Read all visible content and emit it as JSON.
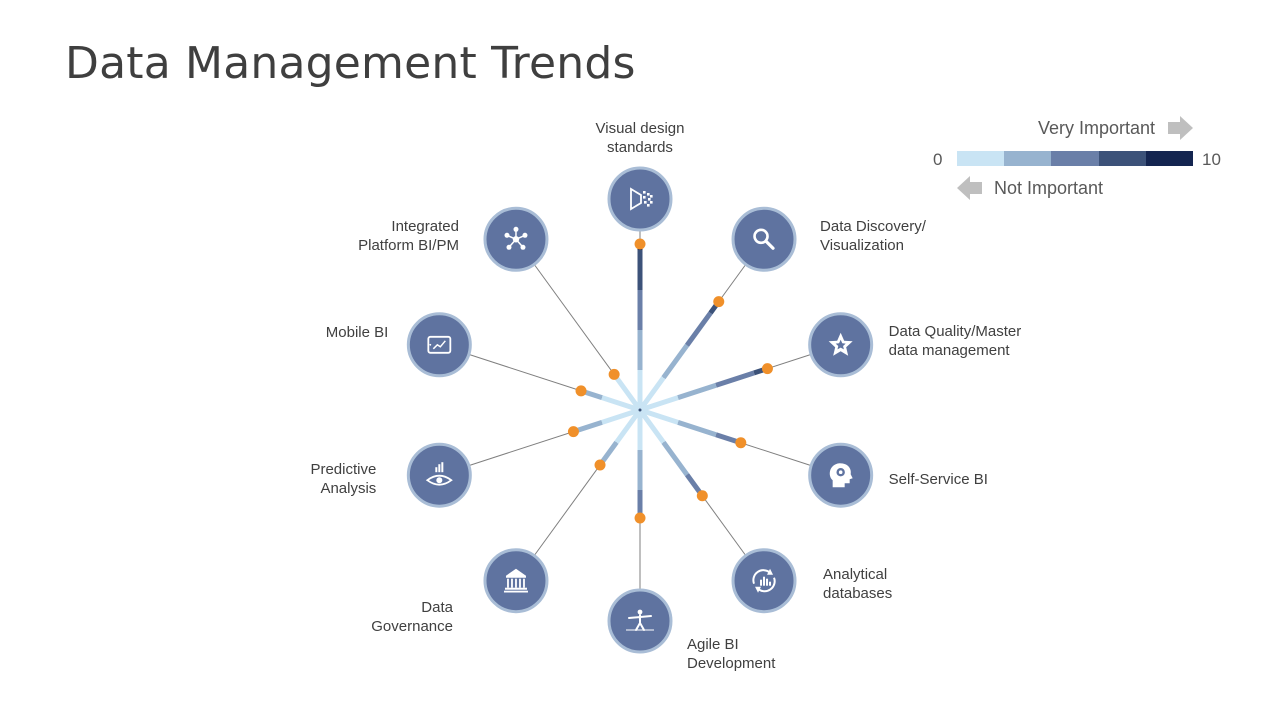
{
  "title": "Data Management Trends",
  "legend": {
    "high_label": "Very Important",
    "low_label": "Not Important",
    "min": "0",
    "max": "10",
    "scale_colors": [
      "#c9e4f4",
      "#97b3cf",
      "#6a7fa8",
      "#3c5279",
      "#142550"
    ],
    "arrow_right_icon": "arrow-right-icon",
    "arrow_left_icon": "arrow-left-icon"
  },
  "colors": {
    "circle_fill": "#5f73a0",
    "circle_border": "#a9bdd6",
    "marker": "#f0902a",
    "connector": "#7f7f7f"
  },
  "trends": [
    {
      "label": [
        "Visual design",
        "standards"
      ],
      "icon": "visual-design-icon",
      "importance": 8.3
    },
    {
      "label": [
        "Data Discovery/",
        "Visualization"
      ],
      "icon": "search-icon",
      "importance": 6.7
    },
    {
      "label": [
        "Data Quality/Master",
        "data management"
      ],
      "icon": "star-badge-icon",
      "importance": 6.7
    },
    {
      "label": [
        "Self-Service BI"
      ],
      "icon": "head-gear-icon",
      "importance": 5.3
    },
    {
      "label": [
        "Analytical",
        "databases"
      ],
      "icon": "chart-cycle-icon",
      "importance": 5.3
    },
    {
      "label": [
        "Agile BI",
        "Development"
      ],
      "icon": "tightrope-walker-icon",
      "importance": 5.4
    },
    {
      "label": [
        "Data",
        "Governance"
      ],
      "icon": "government-building-icon",
      "importance": 3.4
    },
    {
      "label": [
        "Predictive",
        "Analysis"
      ],
      "icon": "eye-chart-icon",
      "importance": 3.5
    },
    {
      "label": [
        "Mobile BI"
      ],
      "icon": "tablet-chart-icon",
      "importance": 3.1
    },
    {
      "label": [
        "Integrated",
        "Platform BI/PM"
      ],
      "icon": "network-icon",
      "importance": 2.2
    }
  ]
}
